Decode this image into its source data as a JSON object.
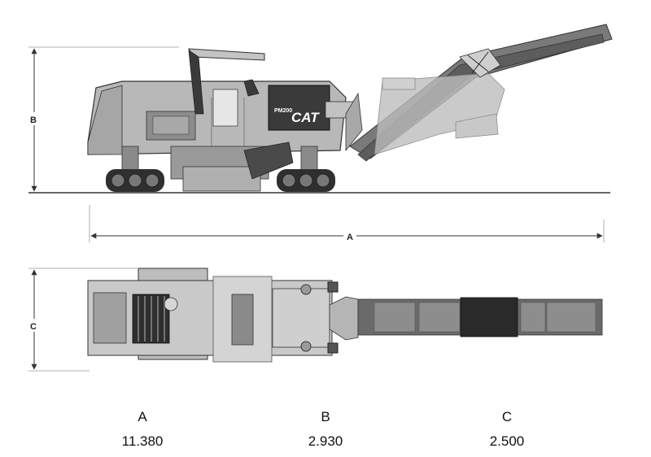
{
  "machine": {
    "model_badge": "PM200",
    "brand_logo": "CAT"
  },
  "dimension_markers": {
    "length": "A",
    "height": "B",
    "width": "C"
  },
  "dimensions_table": {
    "columns": [
      {
        "label": "A",
        "value": "11.380"
      },
      {
        "label": "B",
        "value": "2.930"
      },
      {
        "label": "C",
        "value": "2.500"
      }
    ]
  }
}
